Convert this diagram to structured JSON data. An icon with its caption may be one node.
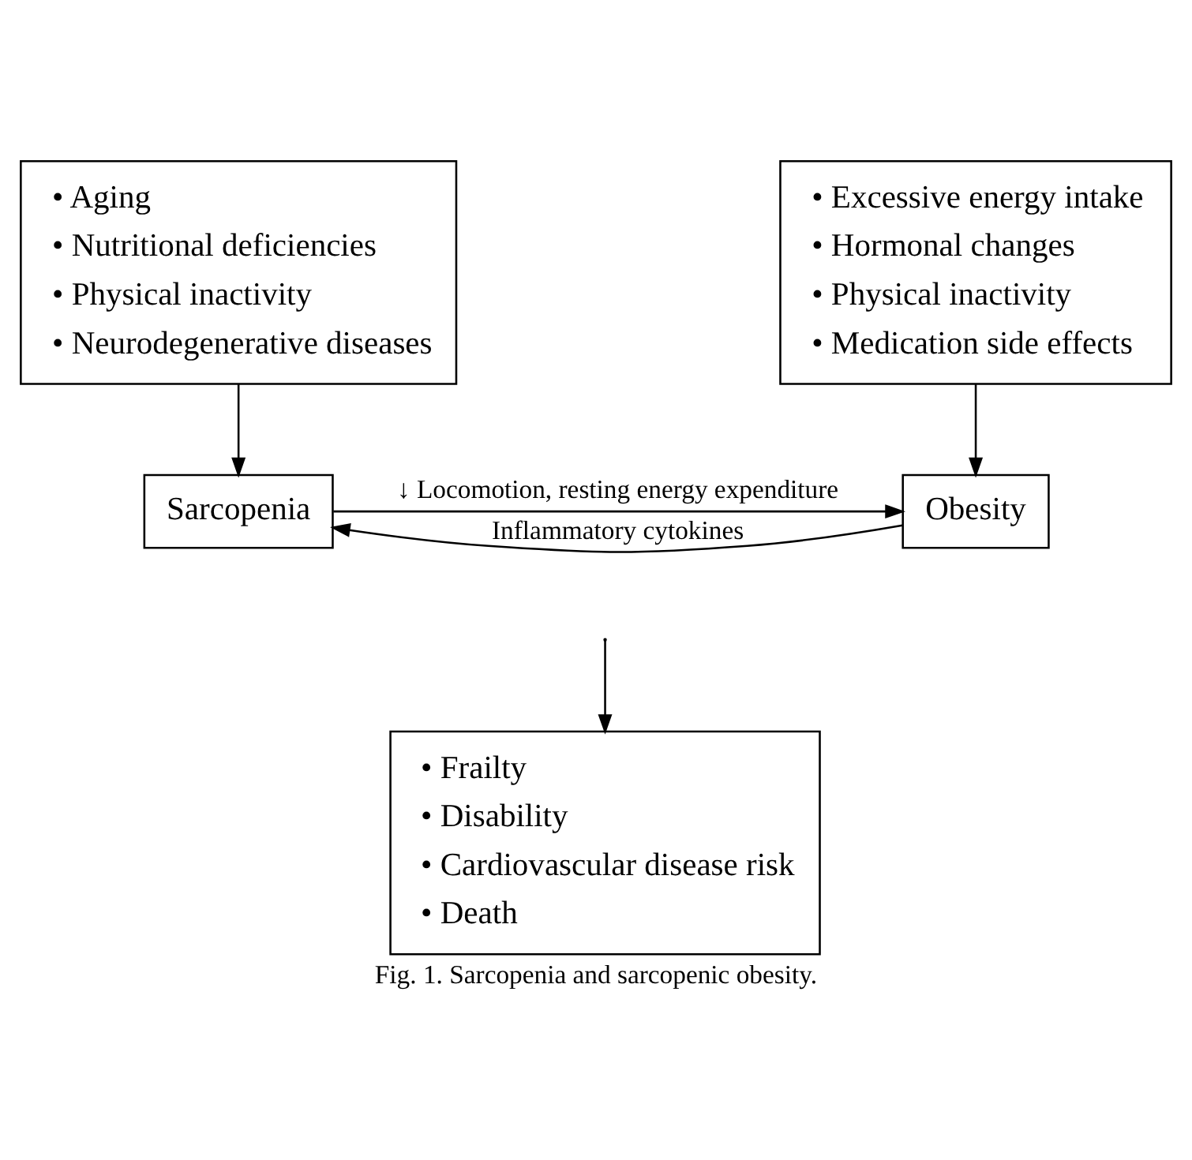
{
  "diagram": {
    "caption": "Fig. 1. Sarcopenia and sarcopenic obesity.",
    "nodes": [
      {
        "text": [
          "• Aging",
          "• Nutritional deficiencies",
          "• Physical inactivity",
          "• Neurodegenerative diseases"
        ]
      },
      {
        "text": [
          "• Excessive energy intake",
          "• Hormonal changes",
          "• Physical inactivity",
          "• Medication side effects"
        ]
      },
      {
        "text": [
          "Sarcopenia"
        ]
      },
      {
        "text": [
          "Obesity"
        ]
      },
      {
        "text": [
          "• Frailty",
          "• Disability",
          "• Cardiovascular disease risk",
          "• Death"
        ]
      }
    ],
    "edges": [
      {
        "from": 0,
        "to": 2,
        "arrow": "to"
      },
      {
        "from": 1,
        "to": 3,
        "arrow": "to"
      },
      {
        "from": 2,
        "to": 3,
        "arrow": "to",
        "label": "↓ Locomotion, resting energy expenditure"
      },
      {
        "from": 3,
        "to": 2,
        "arrow": "to",
        "label": "Inflammatory cytokines"
      },
      {
        "from": null,
        "to": 4,
        "arrow": "to"
      }
    ]
  }
}
